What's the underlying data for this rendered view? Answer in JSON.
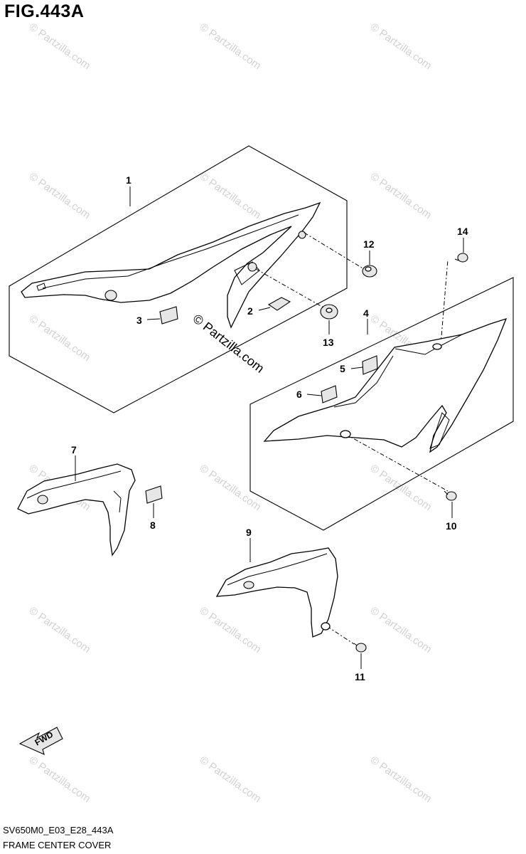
{
  "figure": {
    "title": "FIG.443A",
    "code": "SV650M0_E03_E28_443A",
    "name": "FRAME CENTER COVER"
  },
  "watermark": {
    "text": "© Partzilla.com"
  },
  "callouts": [
    "1",
    "2",
    "3",
    "4",
    "5",
    "6",
    "7",
    "8",
    "9",
    "10",
    "11",
    "12",
    "13",
    "14"
  ],
  "fwd_label": "FWD"
}
